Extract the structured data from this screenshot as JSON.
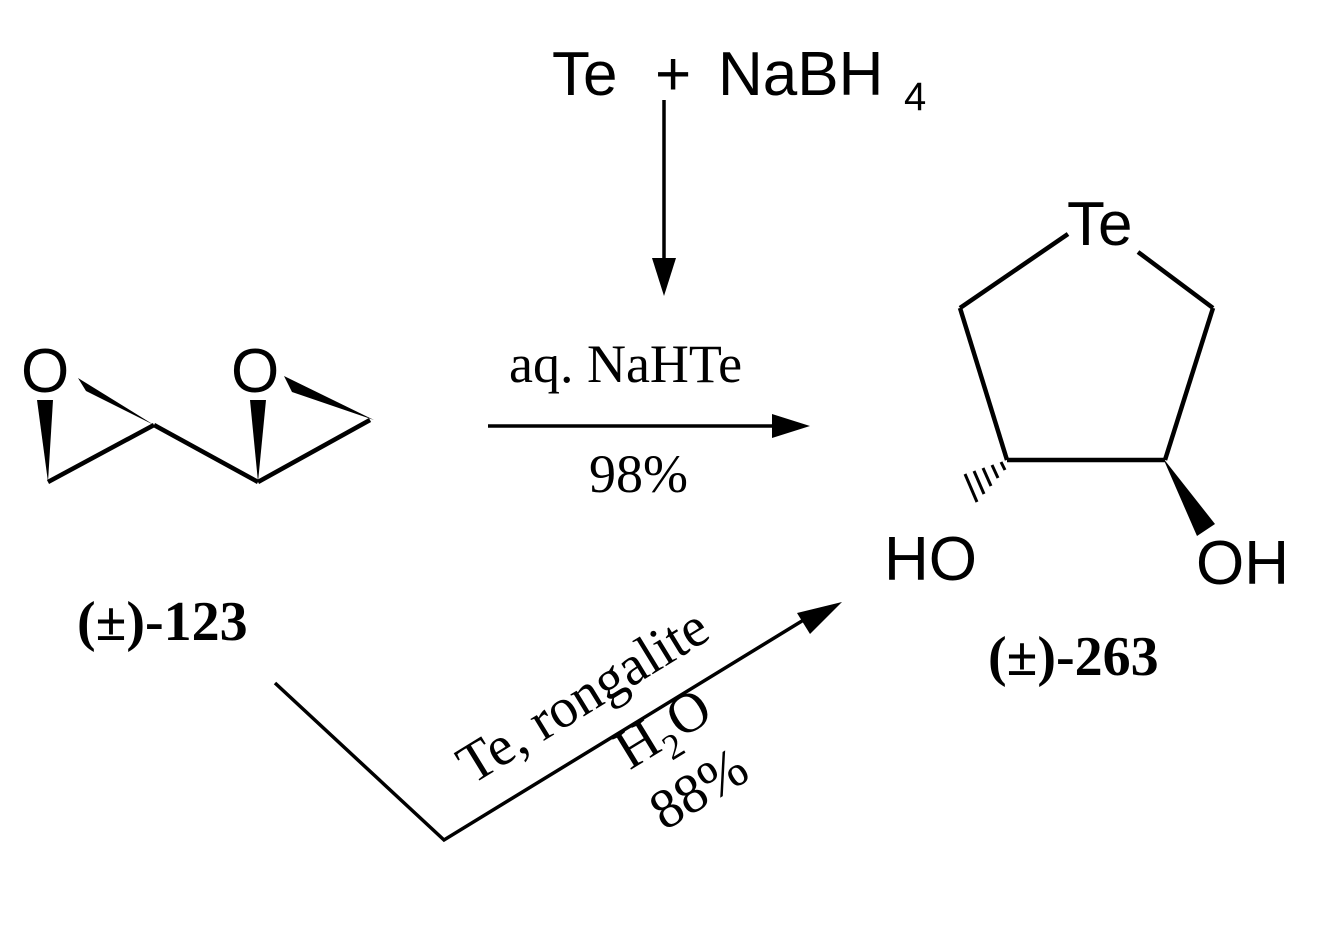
{
  "reagent_top": {
    "element": "Te",
    "plus": "+",
    "hydride_base": "NaBH",
    "hydride_subscript": "4"
  },
  "reaction_1": {
    "reagent": "aq. NaHTe",
    "yield": "98%"
  },
  "reaction_2": {
    "reagent_line1": "Te, rongalite",
    "solvent_base": "H",
    "solvent_subscript": "2",
    "solvent_tail": "O",
    "yield": "88%"
  },
  "starting_material": {
    "ring_atom_left": "O",
    "ring_atom_right": "O",
    "label": "(±)-123"
  },
  "product": {
    "ring_heteroatom": "Te",
    "substituent_left": "HO",
    "substituent_right": "OH",
    "label": "(±)-263"
  }
}
